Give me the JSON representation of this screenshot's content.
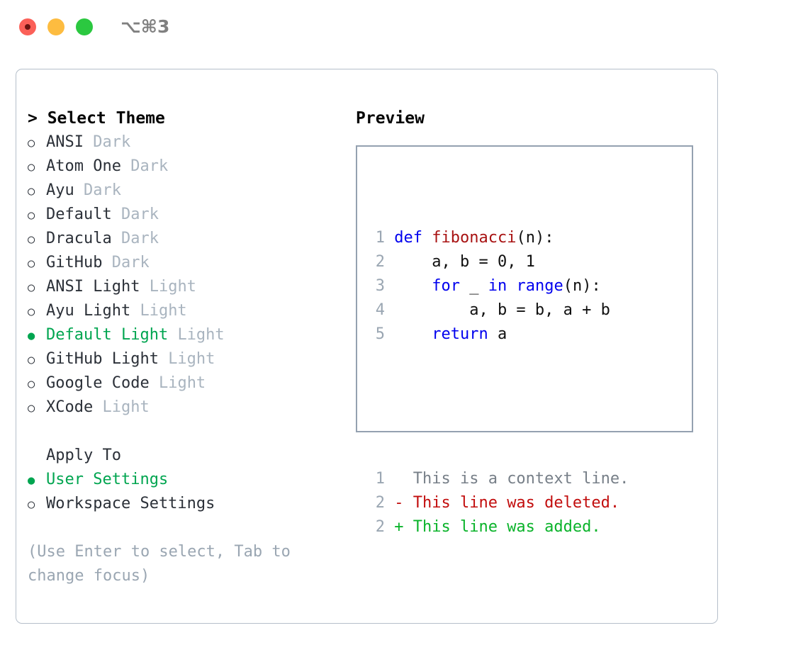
{
  "titlebar": {
    "shortcut": "⌥⌘3",
    "buttons": [
      {
        "name": "close",
        "color": "#fb6058"
      },
      {
        "name": "minimize",
        "color": "#fdbc40"
      },
      {
        "name": "zoom",
        "color": "#2bc840"
      }
    ]
  },
  "theme_list": {
    "header": "> Select Theme",
    "items": [
      {
        "label": "ANSI",
        "tag": "Dark",
        "selected": false
      },
      {
        "label": "Atom One",
        "tag": "Dark",
        "selected": false
      },
      {
        "label": "Ayu",
        "tag": "Dark",
        "selected": false
      },
      {
        "label": "Default",
        "tag": "Dark",
        "selected": false
      },
      {
        "label": "Dracula",
        "tag": "Dark",
        "selected": false
      },
      {
        "label": "GitHub",
        "tag": "Dark",
        "selected": false
      },
      {
        "label": "ANSI Light",
        "tag": "Light",
        "selected": false
      },
      {
        "label": "Ayu Light",
        "tag": "Light",
        "selected": false
      },
      {
        "label": "Default Light",
        "tag": "Light",
        "selected": true
      },
      {
        "label": "GitHub Light",
        "tag": "Light",
        "selected": false
      },
      {
        "label": "Google Code",
        "tag": "Light",
        "selected": false
      },
      {
        "label": "XCode",
        "tag": "Light",
        "selected": false
      }
    ]
  },
  "apply_to": {
    "header": "Apply To",
    "items": [
      {
        "label": "User Settings",
        "selected": true
      },
      {
        "label": "Workspace Settings",
        "selected": false
      }
    ]
  },
  "hint": "(Use Enter to select, Tab to change focus)",
  "preview": {
    "title": "Preview",
    "code_lines": [
      {
        "no": "1",
        "tokens": [
          {
            "t": "def ",
            "c": "kw"
          },
          {
            "t": "fibonacci",
            "c": "fn"
          },
          {
            "t": "(n):",
            "c": "plain"
          }
        ]
      },
      {
        "no": "2",
        "tokens": [
          {
            "t": "    a, b = 0, 1",
            "c": "plain"
          }
        ]
      },
      {
        "no": "3",
        "tokens": [
          {
            "t": "    ",
            "c": "plain"
          },
          {
            "t": "for ",
            "c": "kw"
          },
          {
            "t": "_ ",
            "c": "plain"
          },
          {
            "t": "in ",
            "c": "kw"
          },
          {
            "t": "range",
            "c": "kw"
          },
          {
            "t": "(n):",
            "c": "plain"
          }
        ]
      },
      {
        "no": "4",
        "tokens": [
          {
            "t": "        a, b = b, a + b",
            "c": "plain"
          }
        ]
      },
      {
        "no": "5",
        "tokens": [
          {
            "t": "    ",
            "c": "plain"
          },
          {
            "t": "return ",
            "c": "kw"
          },
          {
            "t": "a",
            "c": "plain"
          }
        ]
      }
    ],
    "diff_lines": [
      {
        "no": "1",
        "text": "  This is a context line.",
        "kind": "ctx"
      },
      {
        "no": "2",
        "text": "- This line was deleted.",
        "kind": "del"
      },
      {
        "no": "2",
        "text": "+ This line was added.",
        "kind": "add"
      }
    ]
  },
  "colors": {
    "accent_green": "#00a550",
    "tag_gray": "#a9b4bf",
    "hint_gray": "#9aa6b2",
    "keyword_blue": "#0000ee",
    "function_red": "#a81212",
    "diff_delete": "#c20d0d",
    "diff_add": "#0ab32a",
    "panel_border": "#b5bfca",
    "preview_border": "#94a1b0"
  }
}
